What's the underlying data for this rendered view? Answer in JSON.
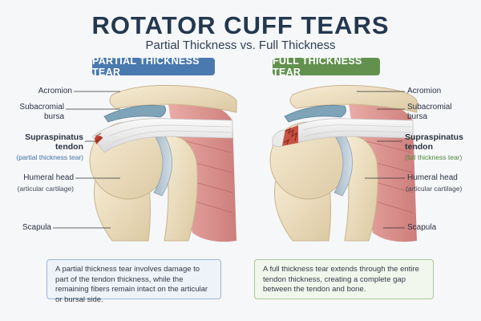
{
  "header": {
    "title": "ROTATOR CUFF TEARS",
    "subtitle": "Partial Thickness vs. Full Thickness"
  },
  "panels": {
    "partial": {
      "badge": "PARTIAL THICKNESS TEAR",
      "color": "#4a79b0",
      "labels": {
        "acromion": "Acromion",
        "bursa_line1": "Subacromial",
        "bursa_line2": "bursa",
        "tendon_line1": "Supraspinatus",
        "tendon_line2": "tendon",
        "tendon_note": "(partial thickness tear)",
        "head_line1": "Humeral head",
        "head_note": "(articular cartilage)",
        "scapula": "Scapula"
      },
      "caption": "A partial thickness tear involves damage to part of the tendon thickness, while the remaining fibers remain intact on the articular or bursal side."
    },
    "full": {
      "badge": "FULL THICKNESS TEAR",
      "color": "#62914e",
      "labels": {
        "acromion": "Acromion",
        "bursa_line1": "Subacromial",
        "bursa_line2": "bursa",
        "tendon_line1": "Supraspinatus",
        "tendon_line2": "tendon",
        "tendon_note": "(full thickness tear)",
        "head_line1": "Humeral head",
        "head_note": "(articular cartilage)",
        "scapula": "Scapula"
      },
      "caption": "A full thickness tear extends through the entire tendon thickness, creating a complete gap between the tendon and bone."
    }
  },
  "colors": {
    "bone": "#efe3c6",
    "muscle": "#d98a86",
    "tendon": "#eeeeee",
    "cartilage": "#b9c9d6",
    "bursa": "#7fa3b8",
    "tear": "#c0392b"
  }
}
